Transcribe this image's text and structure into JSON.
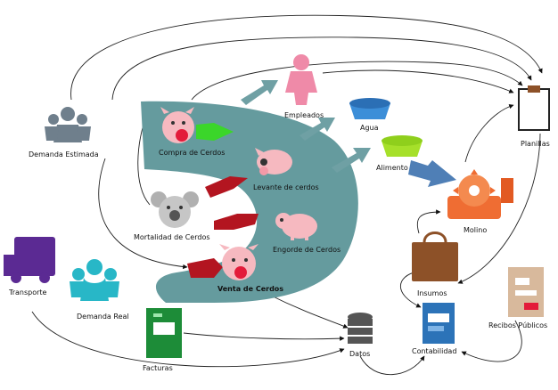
{
  "nodes": {
    "compra": "Compra de Cerdos",
    "levante": "Levante de cerdos",
    "engorde": "Engorde de Cerdos",
    "venta": "Venta de Cerdos",
    "mortalidad": "Mortalidad de Cerdos",
    "empleados": "Empleados",
    "agua": "Agua",
    "alimento": "Alimento",
    "molino": "Molino",
    "planillas": "Planillas",
    "insumos": "Insumos",
    "contabilidad": "Contabilidad",
    "recibos": "Recibos Públicos",
    "datos": "Datos",
    "facturas": "Facturas",
    "transporte": "Transporte",
    "demanda_real": "Demanda Real",
    "demanda_estimada": "Demanda Estimada"
  },
  "colors": {
    "process_band": "#659b9e",
    "pig_pink": "#f6b9c0",
    "flow_arrow": "#6fa0a4",
    "red_arrow": "#b31520",
    "green_arrow": "#3bd62a",
    "people_gray": "#6f7f8c",
    "people_teal": "#28b7c7",
    "truck_purple": "#5b2a93",
    "employee_pink": "#ef8aa8",
    "water_blue": "#3c8ed8",
    "food_green": "#a6e02a",
    "mill_orange": "#ef6d33",
    "bag_brown": "#8d5128",
    "sheet_green": "#1d8c38",
    "ledger_blue": "#2c73b8",
    "receipt_tan": "#d8b99c"
  },
  "icons": [
    "pig-icon",
    "koala-icon",
    "employee-icon",
    "bowl-icon",
    "mill-icon",
    "clipboard-icon",
    "bag-icon",
    "ledger-icon",
    "receipt-icon",
    "database-icon",
    "spreadsheet-icon",
    "truck-icon",
    "people-icon"
  ]
}
